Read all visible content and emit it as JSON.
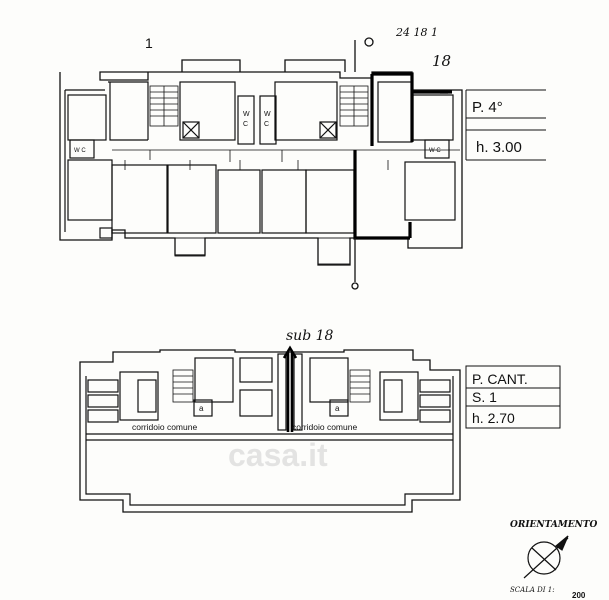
{
  "sheet_number": "1",
  "upper_plan": {
    "handwritten_top": "24 18 1",
    "handwritten_id": "18",
    "floor_label": "P. 4°",
    "height_label": "h. 3.00",
    "wc_label_1a": "W",
    "wc_label_1b": "C",
    "wc_label_2a": "W",
    "wc_label_2b": "C",
    "wc_small_1": "W C",
    "wc_small_2": "W C"
  },
  "lower_plan": {
    "handwritten_id": "sub 18",
    "floor_label": "P. CANT.",
    "sub_label": "S. 1",
    "height_label": "h. 2.70",
    "corridor_left": "corridoio comune",
    "corridor_right": "corridoio comune",
    "cellar_a_left": "a",
    "cellar_a_right": "a"
  },
  "watermark": "casa.it",
  "orientation": {
    "title": "ORIENTAMENTO",
    "scale_label": "SCALA DI 1:",
    "scale_value": "200"
  }
}
